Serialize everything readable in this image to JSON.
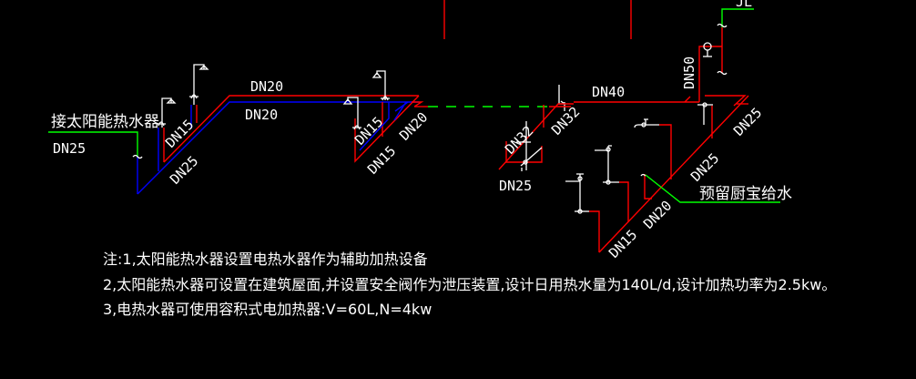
{
  "colors": {
    "background": "#000000",
    "hot_pipe": "#ff0000",
    "cold_pipe": "#0000ff",
    "supply_pipe": "#00ff00",
    "text": "#ffffff"
  },
  "labels": {
    "solar_inlet": "接太阳能热水器",
    "dn25_inlet": "DN25",
    "dn20_top": "DN20",
    "dn20_bottom": "DN20",
    "dn15_left": "DN15",
    "dn25_left_diag": "DN25",
    "dn15_mid_a": "DN15",
    "dn15_mid_b": "DN15",
    "dn20_mid": "DN20",
    "dn32_a": "DN32",
    "dn32_b": "DN32",
    "dn25_mid": "DN25",
    "dn40": "DN40",
    "dn50": "DN50",
    "jl": "JL",
    "dn25_right": "DN25",
    "dn25_right_low": "DN25",
    "dn20_right": "DN20",
    "dn15_right": "DN15",
    "kitchen_supply": "预留厨宝给水"
  },
  "notes": [
    "注:1,太阳能热水器设置电热水器作为辅助加热设备",
    "2,太阳能热水器可设置在建筑屋面,并设置安全阀作为泄压装置,设计日用热水量为140L/d,设计加热功率为2.5kw。",
    "3,电热水器可使用容积式电加热器:V=60L,N=4kw"
  ]
}
